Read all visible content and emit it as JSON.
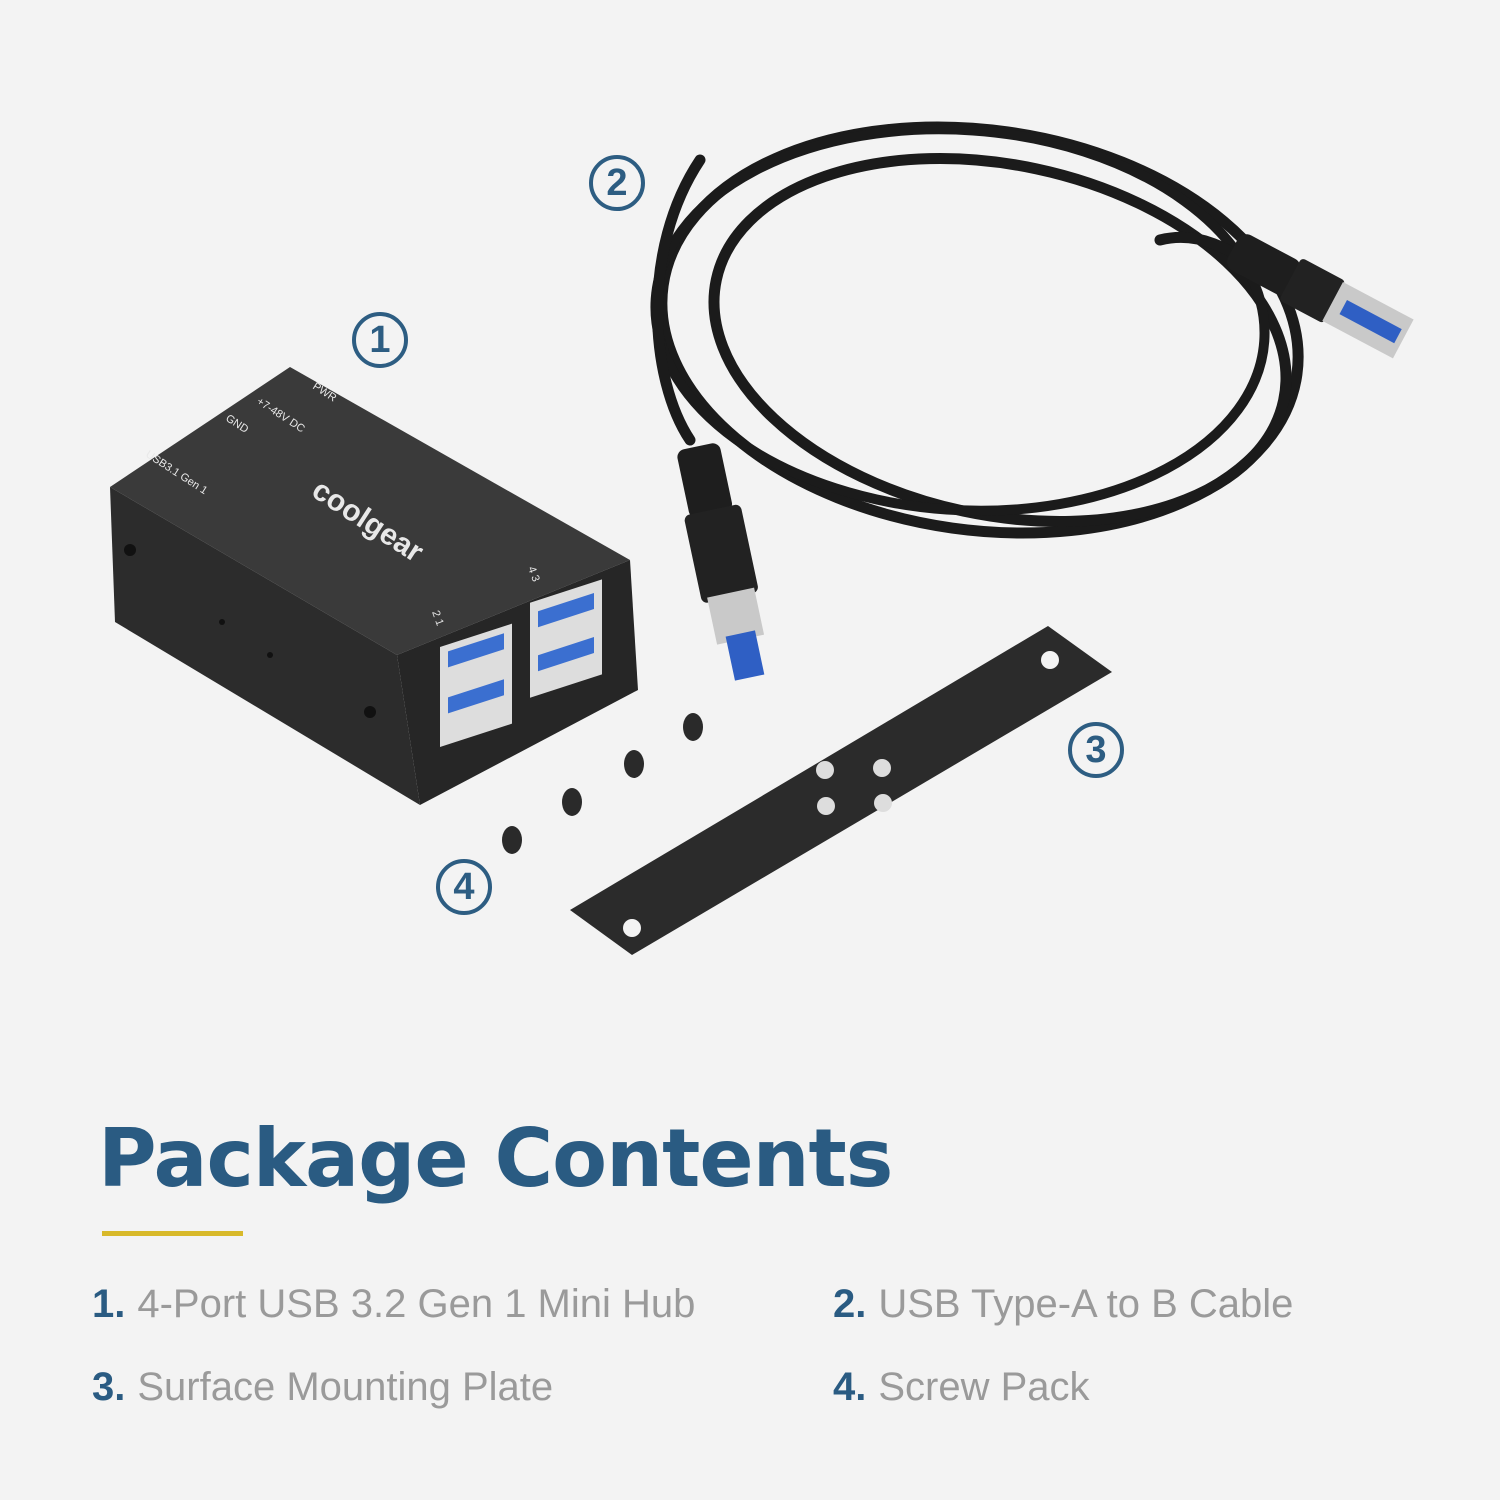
{
  "callouts": [
    "1",
    "2",
    "3",
    "4"
  ],
  "product_labels": {
    "logo": "coolgear",
    "pwr": "PWR",
    "voltage": "+7-48V DC",
    "gnd": "GND",
    "usb": "USB3.1 Gen 1",
    "ports_left": "2 1",
    "ports_right": "4 3"
  },
  "heading": "Package Contents",
  "items": [
    {
      "num": "1.",
      "label": "4-Port USB 3.2 Gen 1 Mini Hub"
    },
    {
      "num": "2.",
      "label": "USB Type-A to B Cable"
    },
    {
      "num": "3.",
      "label": "Surface Mounting Plate"
    },
    {
      "num": "4.",
      "label": "Screw Pack"
    }
  ],
  "colors": {
    "heading": "#2a5b82",
    "accent": "#d8b92a",
    "text": "#9a9a9a",
    "background": "#f3f3f3"
  }
}
